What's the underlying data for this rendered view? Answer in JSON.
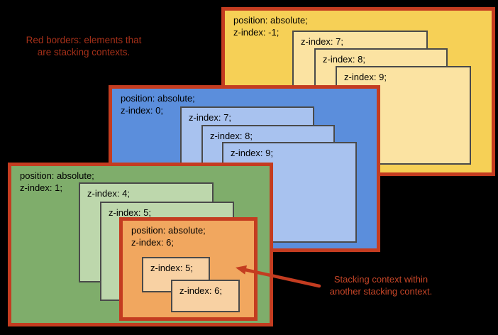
{
  "colors": {
    "background": "#000000",
    "red-border": "#c43c20",
    "child-border": "#4a4a4a",
    "text": "#000000",
    "caption-red": "#a53019",
    "annotation-red": "#c64527",
    "yellow-fill": "#f6d056",
    "yellow-child": "#fbe3a2",
    "blue-fill": "#5b8edc",
    "blue-child": "#a8c2ef",
    "green-fill": "#7fad6b",
    "green-child": "#bdd7ac",
    "orange-fill": "#f1a75f",
    "orange-child": "#f8d1a3"
  },
  "caption": {
    "line1": "Red borders: elements that",
    "line2": "are stacking contexts."
  },
  "annotation": {
    "line1": "Stacking context within",
    "line2": "another stacking context."
  },
  "contexts": {
    "yellow": {
      "label1": "position: absolute;",
      "label2": "z-index: -1;",
      "children": {
        "z7": "z-index: 7;",
        "z8": "z-index: 8;",
        "z9": "z-index: 9;"
      }
    },
    "blue": {
      "label1": "position: absolute;",
      "label2": "z-index: 0;",
      "children": {
        "z7": "z-index: 7;",
        "z8": "z-index: 8;",
        "z9": "z-index: 9;"
      }
    },
    "green": {
      "label1": "position: absolute;",
      "label2": "z-index: 1;",
      "children": {
        "z4": "z-index: 4;",
        "z5": "z-index: 5;"
      }
    },
    "orange": {
      "label1": "position: absolute;",
      "label2": "z-index: 6;",
      "children": {
        "z5": "z-index: 5;",
        "z6": "z-index: 6;"
      }
    }
  }
}
